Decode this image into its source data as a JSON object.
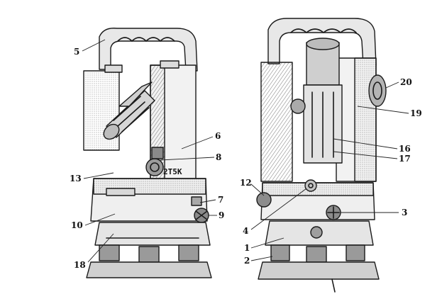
{
  "diagram": {
    "engraving": "2T5K",
    "callouts": [
      {
        "id": "c5",
        "text": "5"
      },
      {
        "id": "c6",
        "text": "6"
      },
      {
        "id": "c8",
        "text": "8"
      },
      {
        "id": "c13",
        "text": "13"
      },
      {
        "id": "c7",
        "text": "7"
      },
      {
        "id": "c9",
        "text": "9"
      },
      {
        "id": "c10",
        "text": "10"
      },
      {
        "id": "c18",
        "text": "18"
      },
      {
        "id": "c20",
        "text": "20"
      },
      {
        "id": "c19",
        "text": "19"
      },
      {
        "id": "c16",
        "text": "16"
      },
      {
        "id": "c17",
        "text": "17"
      },
      {
        "id": "c12",
        "text": "12"
      },
      {
        "id": "c3",
        "text": "3"
      },
      {
        "id": "c4",
        "text": "4"
      },
      {
        "id": "c1",
        "text": "1"
      },
      {
        "id": "c2",
        "text": "2"
      }
    ]
  }
}
